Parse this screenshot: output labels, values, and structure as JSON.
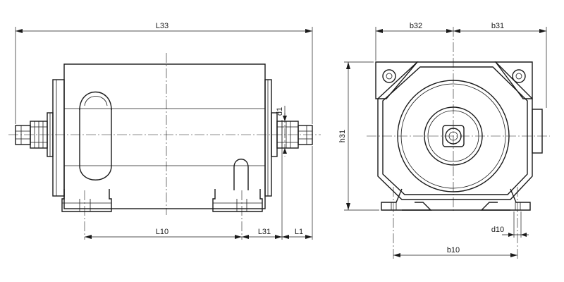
{
  "labels": {
    "L33": "L33",
    "L10": "L10",
    "L31": "L31",
    "L1": "L1",
    "d1": "d1",
    "b32": "b32",
    "b31": "b31",
    "h31": "h31",
    "d10": "d10",
    "b10": "b10"
  },
  "colors": {
    "line": "#1a1a1a",
    "background": "#ffffff"
  }
}
